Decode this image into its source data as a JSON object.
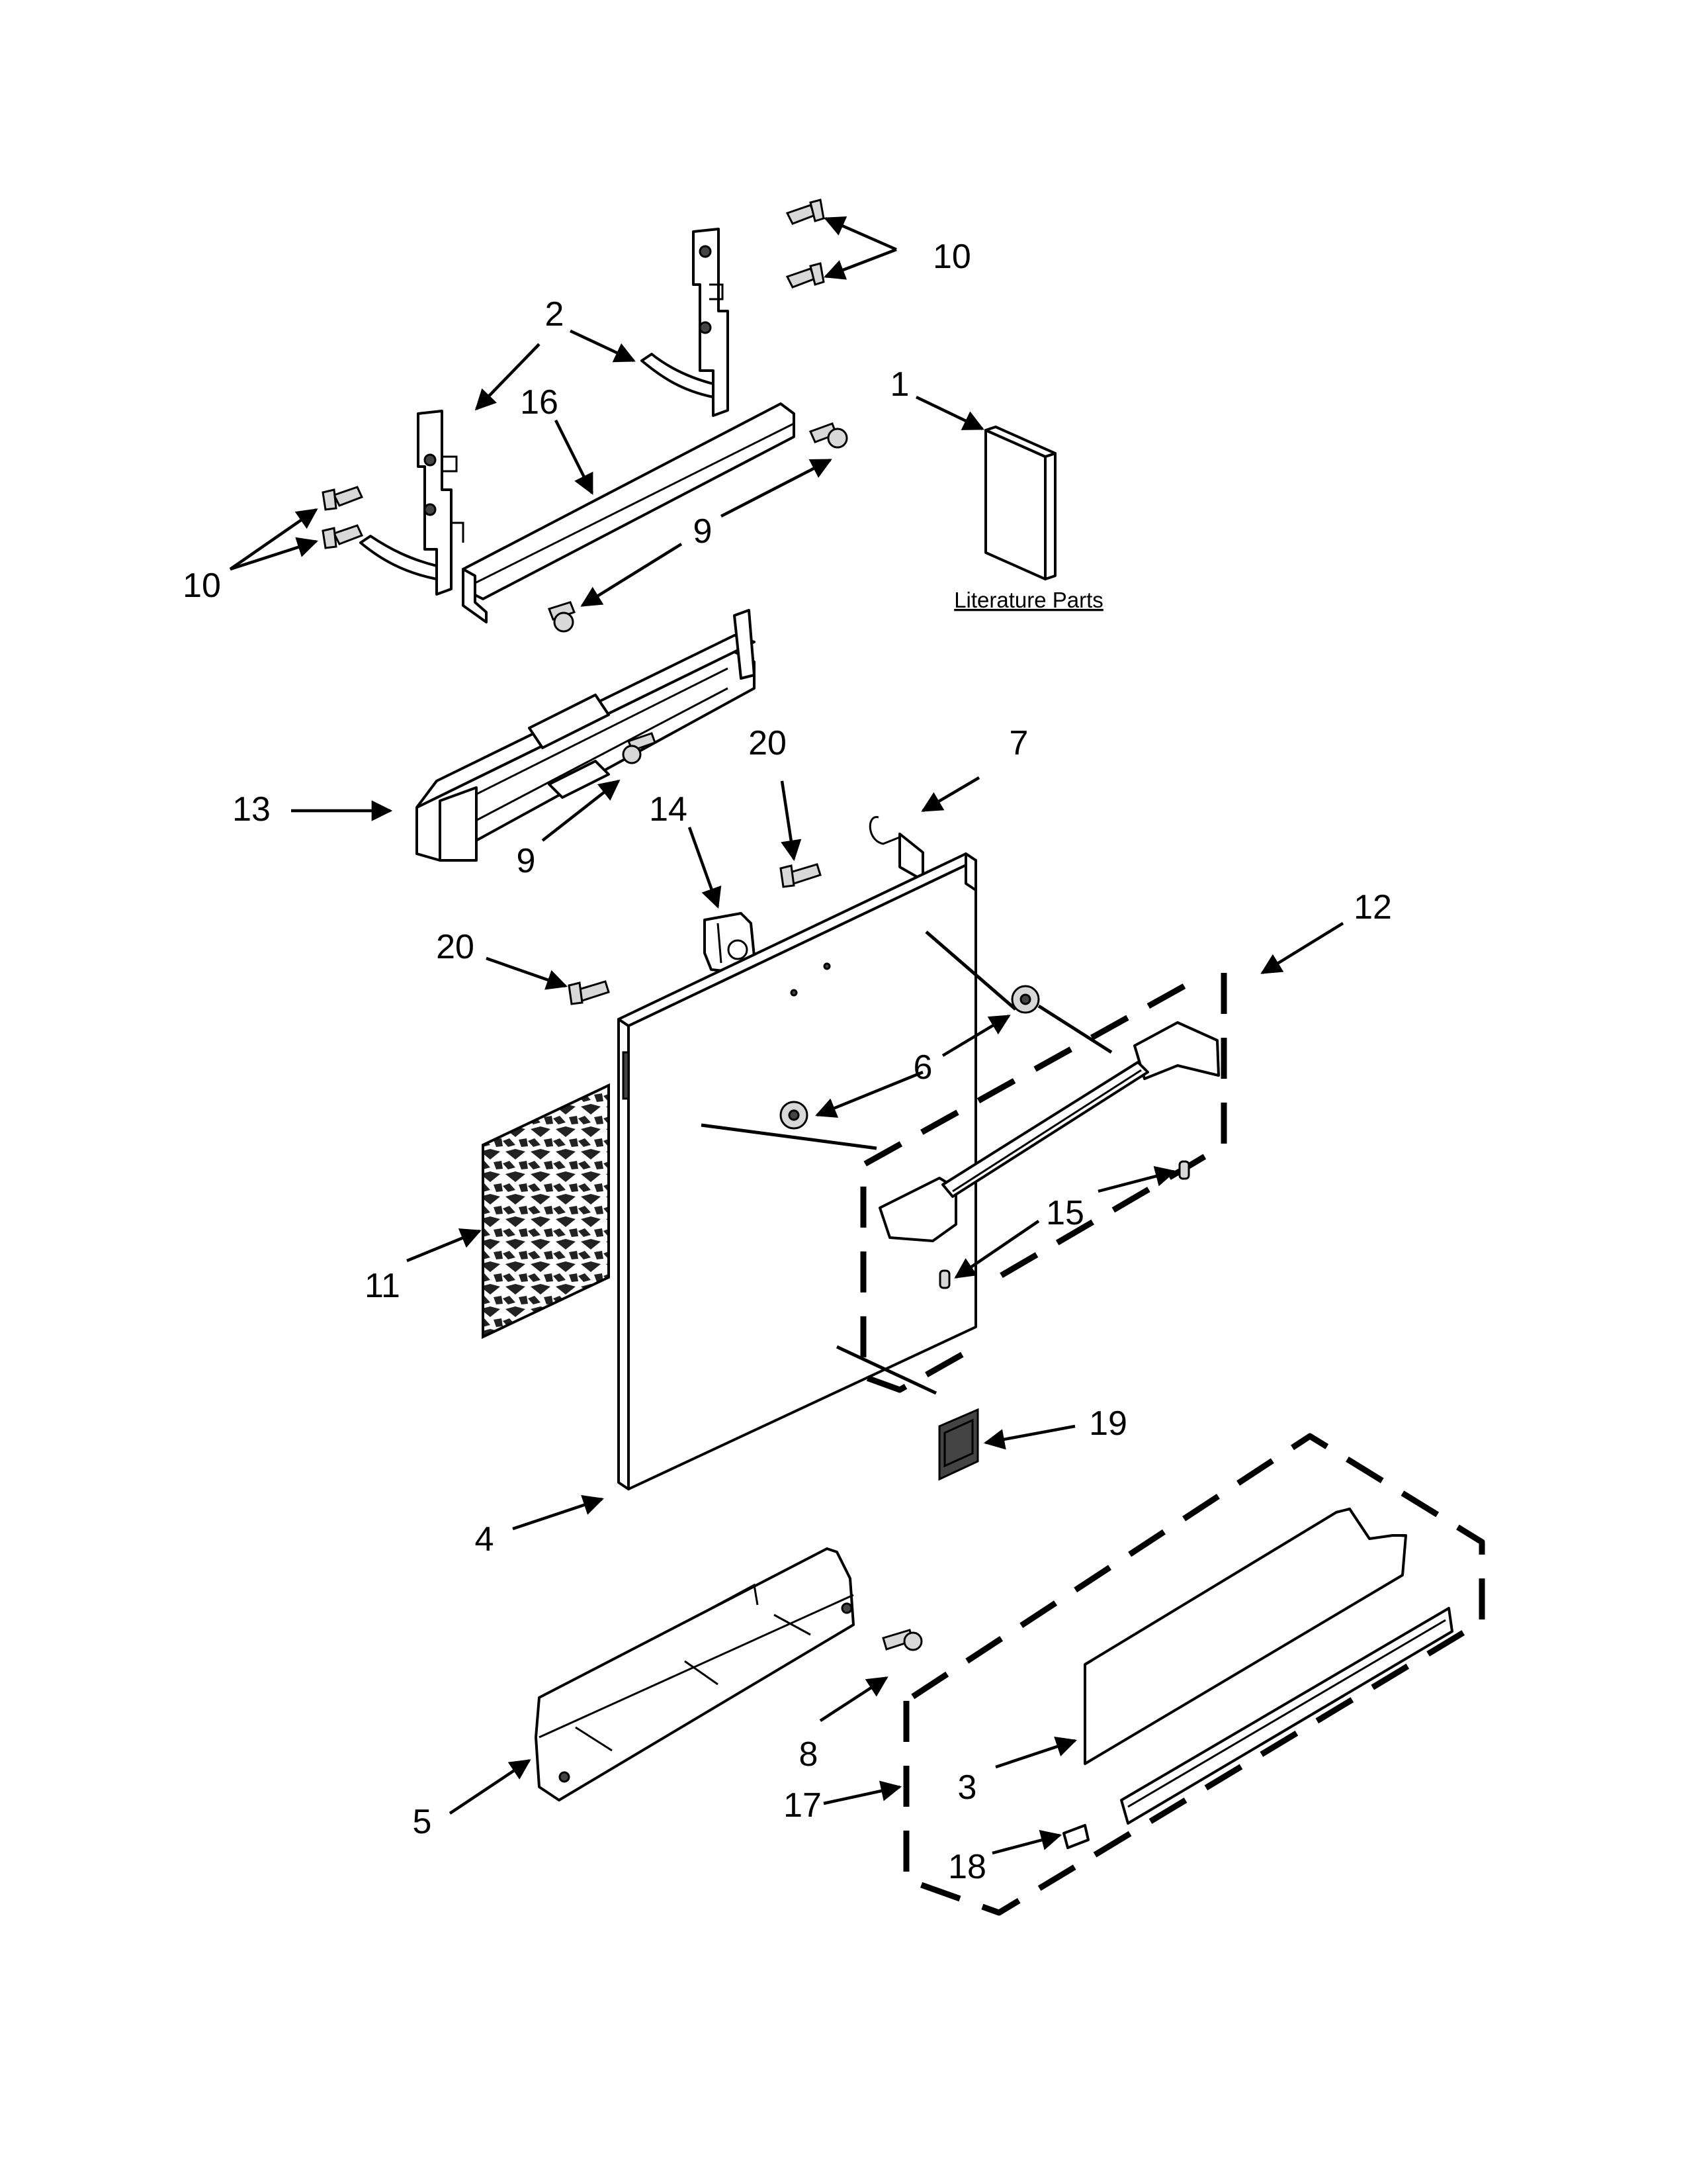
{
  "diagram": {
    "literature_caption": "Literature Parts",
    "callouts": {
      "c1": "1",
      "c2": "2",
      "c3": "3",
      "c4": "4",
      "c5": "5",
      "c6": "6",
      "c7": "7",
      "c8": "8",
      "c9_top": "9",
      "c9_mid": "9",
      "c10_top": "10",
      "c10_left": "10",
      "c11": "11",
      "c12": "12",
      "c13": "13",
      "c14": "14",
      "c15": "15",
      "c16": "16",
      "c17": "17",
      "c18": "18",
      "c19": "19",
      "c20_top": "20",
      "c20_left": "20"
    }
  }
}
